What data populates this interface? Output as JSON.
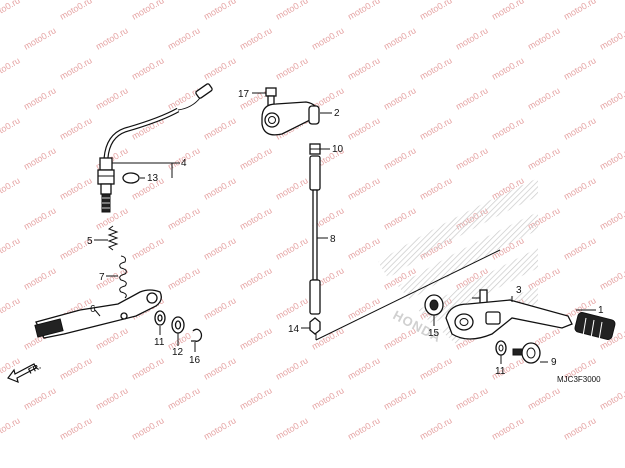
{
  "diagram": {
    "drawing_code": "MJC3F3000",
    "direction_label": "FR.",
    "watermark": "moto0.ru",
    "logo_text": "HONDA",
    "callouts": [
      {
        "number": "1"
      },
      {
        "number": "2"
      },
      {
        "number": "3"
      },
      {
        "number": "4"
      },
      {
        "number": "5"
      },
      {
        "number": "6"
      },
      {
        "number": "7"
      },
      {
        "number": "8"
      },
      {
        "number": "9"
      },
      {
        "number": "10"
      },
      {
        "number": "11"
      },
      {
        "number": "11"
      },
      {
        "number": "12"
      },
      {
        "number": "13"
      },
      {
        "number": "14"
      },
      {
        "number": "15"
      },
      {
        "number": "16"
      },
      {
        "number": "17"
      }
    ],
    "colors": {
      "line": "#111111",
      "watermark": "#e6a6a6",
      "logo_hatch": "#c9c9c9"
    }
  }
}
